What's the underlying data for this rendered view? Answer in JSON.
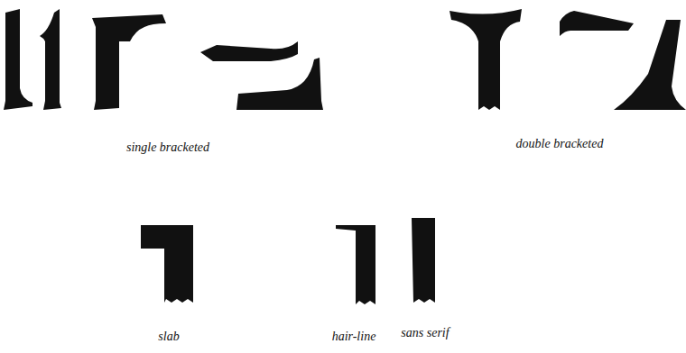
{
  "diagram": {
    "labels": [
      "single bracketed",
      "double bracketed",
      "slab",
      "hair-line",
      "sans serif"
    ]
  }
}
